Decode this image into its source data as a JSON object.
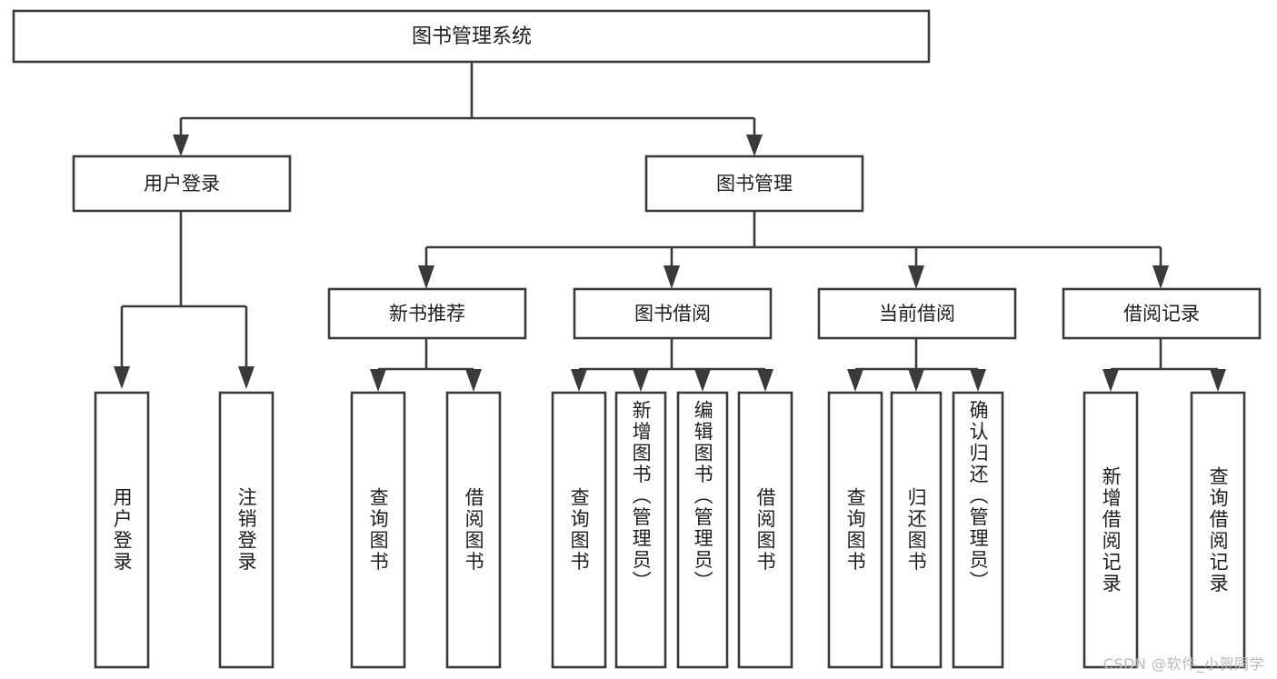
{
  "diagram": {
    "type": "tree-hierarchy",
    "title": "图书管理系统",
    "watermark": "CSDN @软件_小贺同学",
    "colors": {
      "background": "#ffffff",
      "box_fill": "#ffffff",
      "box_stroke": "#3a3a3a",
      "text": "#1d1d1d",
      "watermark": "#b9b9b9"
    },
    "root": {
      "label": "图书管理系统"
    },
    "level2": [
      {
        "label": "用户登录"
      },
      {
        "label": "图书管理"
      }
    ],
    "level3": [
      {
        "label": "新书推荐"
      },
      {
        "label": "图书借阅"
      },
      {
        "label": "当前借阅"
      },
      {
        "label": "借阅记录"
      }
    ],
    "leaves": {
      "user_login": [
        {
          "label": "用户登录"
        },
        {
          "label": "注销登录"
        }
      ],
      "new_book_recommend": [
        {
          "label": "查询图书"
        },
        {
          "label": "借阅图书"
        }
      ],
      "book_borrow": [
        {
          "label": "查询图书"
        },
        {
          "label": "新增图书（管理员）"
        },
        {
          "label": "编辑图书（管理员）"
        },
        {
          "label": "借阅图书"
        }
      ],
      "current_borrow": [
        {
          "label": "查询图书"
        },
        {
          "label": "归还图书"
        },
        {
          "label": "确认归还（管理员）"
        }
      ],
      "borrow_records": [
        {
          "label": "新增借阅记录"
        },
        {
          "label": "查询借阅记录"
        }
      ]
    }
  }
}
